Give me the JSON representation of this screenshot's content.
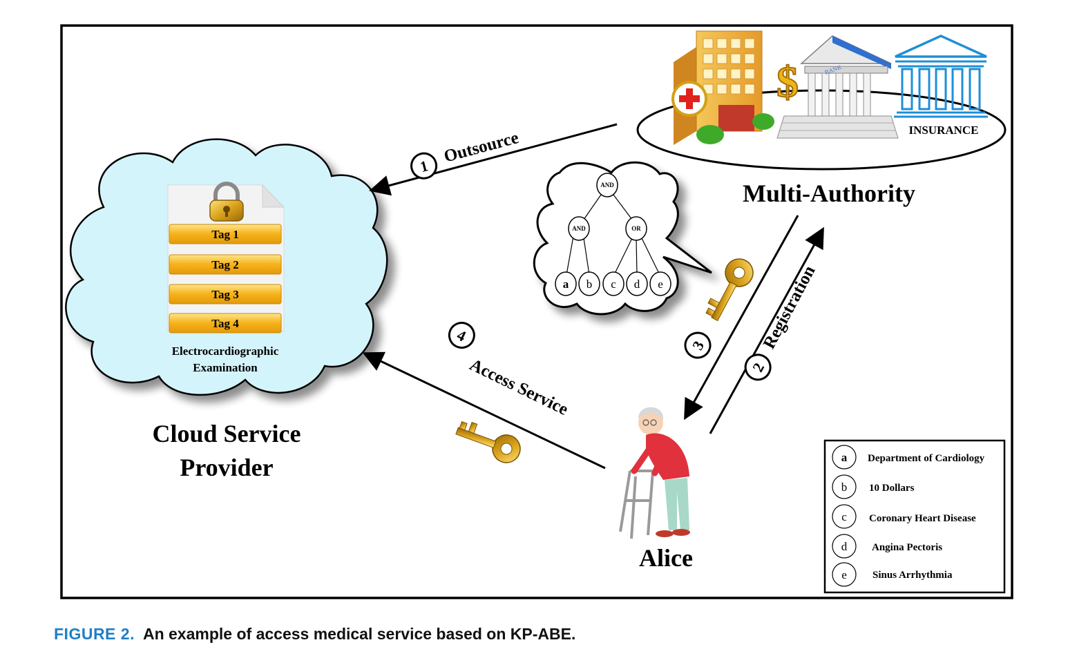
{
  "caption": {
    "figure_label": "FIGURE 2.",
    "text": "An example of access medical service based on KP-ABE."
  },
  "cloud": {
    "title_line1": "Cloud Service",
    "title_line2": "Provider",
    "tags": [
      "Tag 1",
      "Tag 2",
      "Tag 3",
      "Tag 4"
    ],
    "document_label_line1": "Electrocardiographic",
    "document_label_line2": "Examination"
  },
  "authority": {
    "title": "Multi-Authority",
    "insurance_label": "INSURANCE",
    "bank_label": "BANK"
  },
  "user": {
    "name": "Alice"
  },
  "steps": {
    "step1": {
      "number": "1",
      "label": "Outsource"
    },
    "step2": {
      "number": "2",
      "label": "Registration"
    },
    "step3": {
      "number": "3",
      "label": ""
    },
    "step4": {
      "number": "4",
      "label": "Access Service"
    }
  },
  "policy_tree": {
    "root": "AND",
    "left": "AND",
    "right": "OR",
    "leaves": [
      "a",
      "b",
      "c",
      "d",
      "e"
    ]
  },
  "legend": [
    {
      "key": "a",
      "value": "Department of Cardiology"
    },
    {
      "key": "b",
      "value": "10 Dollars"
    },
    {
      "key": "c",
      "value": "Coronary Heart Disease"
    },
    {
      "key": "d",
      "value": "Angina Pectoris"
    },
    {
      "key": "e",
      "value": "Sinus Arrhythmia"
    }
  ],
  "colors": {
    "cloud_fill": "#d4f4fb",
    "tag_fill": "#f6b21a",
    "key_gold": "#d9a21c",
    "caption_accent": "#1f7fc4",
    "insurance_blue": "#1e8fd8"
  }
}
